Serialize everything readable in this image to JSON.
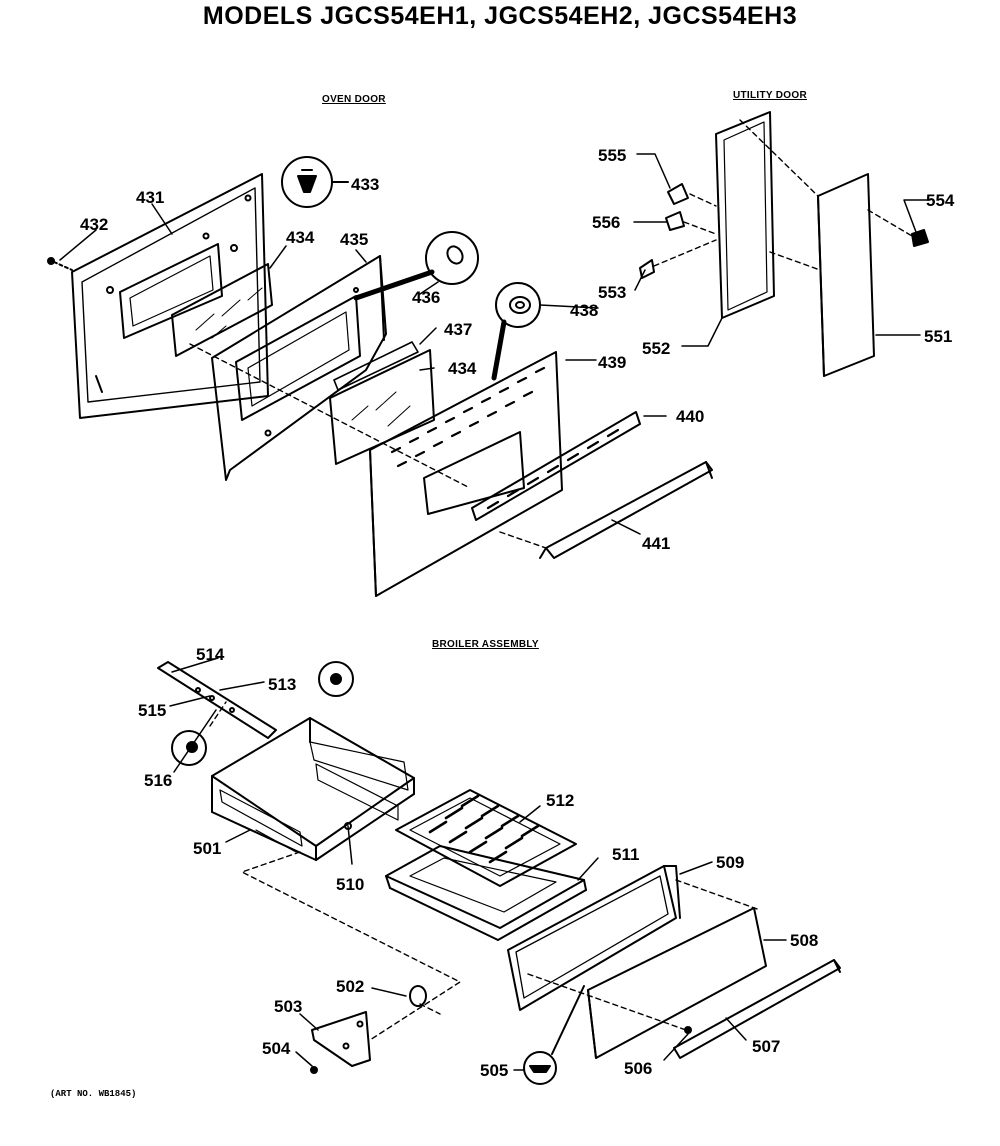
{
  "title": "MODELS JGCS54EH1, JGCS54EH2, JGCS54EH3",
  "sections": {
    "oven_door": "OVEN DOOR",
    "utility_door": "UTILITY DOOR",
    "broiler_assembly": "BROILER ASSEMBLY"
  },
  "art_no": "(ART NO. WB1845)",
  "parts": {
    "p431": "431",
    "p432": "432",
    "p433": "433",
    "p434a": "434",
    "p434b": "434",
    "p435": "435",
    "p436": "436",
    "p437": "437",
    "p438": "438",
    "p439": "439",
    "p440": "440",
    "p441": "441",
    "p551": "551",
    "p552": "552",
    "p553": "553",
    "p554": "554",
    "p555": "555",
    "p556": "556",
    "p501": "501",
    "p502": "502",
    "p503": "503",
    "p504": "504",
    "p505": "505",
    "p506": "506",
    "p507": "507",
    "p508": "508",
    "p509": "509",
    "p510": "510",
    "p511": "511",
    "p512": "512",
    "p513": "513",
    "p514": "514",
    "p515": "515",
    "p516": "516"
  }
}
